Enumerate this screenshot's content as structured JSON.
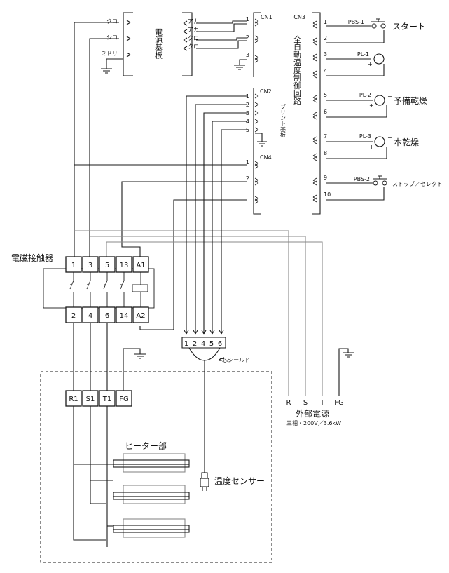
{
  "power_board": {
    "label": "電源基板",
    "left_pins": [
      "クロ",
      "シロ",
      "ミドリ"
    ],
    "right_pins": [
      "アカ",
      "アカ",
      "クロ",
      "クロ"
    ]
  },
  "control_board": {
    "main_label": "全自動温度制御回路",
    "sub_label": "プリント基板",
    "cn1": {
      "name": "CN1",
      "pins": [
        "1",
        "2",
        "3"
      ]
    },
    "cn2": {
      "name": "CN2",
      "pins": [
        "1",
        "2",
        "3",
        "4",
        "5"
      ]
    },
    "cn4": {
      "name": "CN4",
      "pins": [
        "1",
        "2"
      ]
    },
    "cn3": {
      "name": "CN3",
      "pins": [
        "1",
        "2",
        "3",
        "4",
        "5",
        "6",
        "7",
        "8",
        "9",
        "10"
      ]
    }
  },
  "right_devices": [
    {
      "ref": "PBS-1",
      "label": "スタート"
    },
    {
      "ref": "PL-1",
      "label": ""
    },
    {
      "ref": "PL-2",
      "label": "予備乾燥"
    },
    {
      "ref": "PL-3",
      "label": "本乾燥"
    },
    {
      "ref": "PBS-2",
      "label": "ストップ／セレクト"
    }
  ],
  "contactor": {
    "label": "電磁接触器",
    "top_terminals": [
      "1",
      "3",
      "5",
      "13",
      "A1"
    ],
    "bottom_terminals": [
      "2",
      "4",
      "6",
      "14",
      "A2"
    ]
  },
  "shield_cable": {
    "label": "4芯シールド",
    "terminals": [
      "1",
      "2",
      "4",
      "5",
      "6"
    ]
  },
  "external_power": {
    "terminals": [
      "R",
      "S",
      "T",
      "FG"
    ],
    "label": "外部電源",
    "spec": "三相・200V／3.6kW"
  },
  "heater_unit": {
    "terminals": [
      "R1",
      "S1",
      "T1",
      "FG"
    ],
    "heater_label": "ヒーター部",
    "sensor_label": "温度センサー"
  }
}
